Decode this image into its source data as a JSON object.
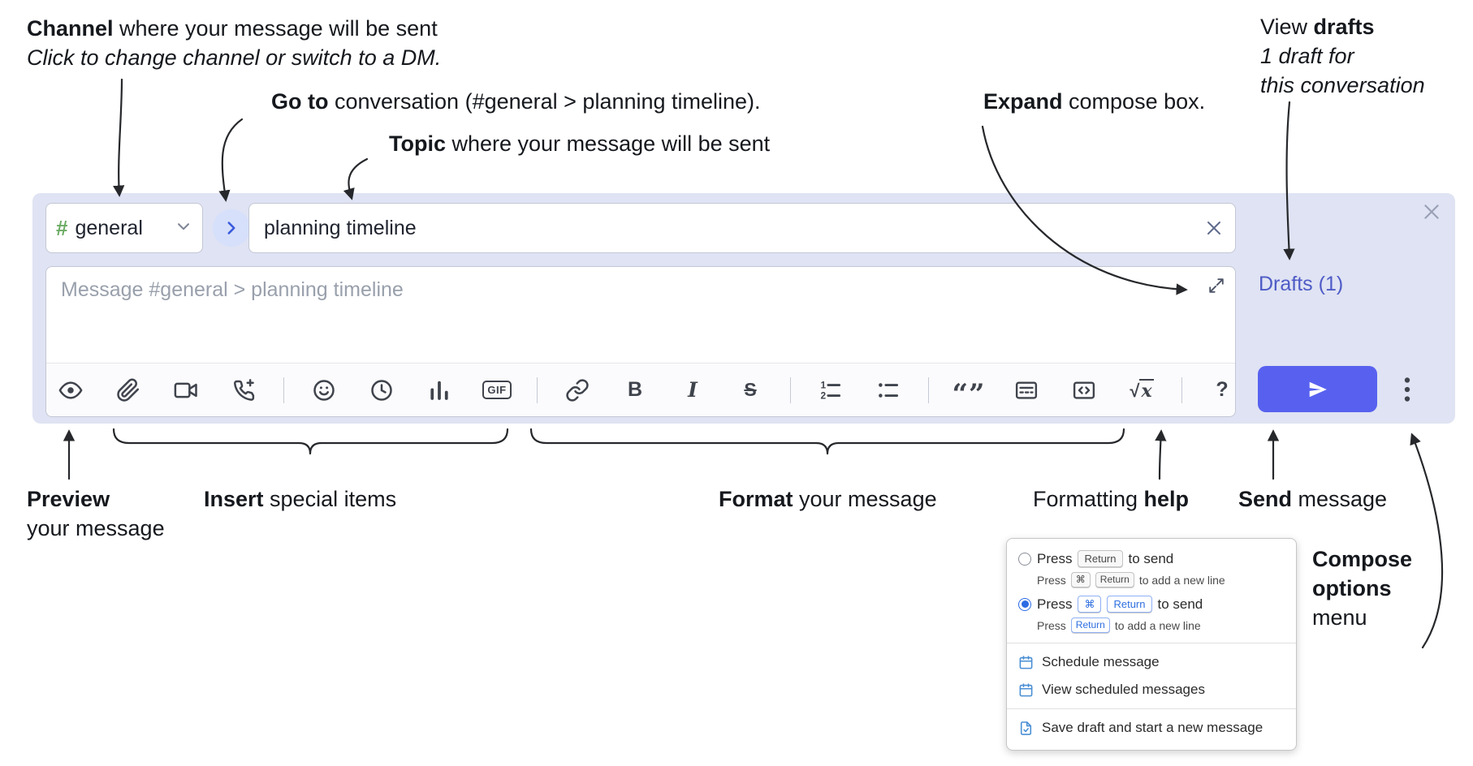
{
  "colors": {
    "compose_bg": "#dfe3f3",
    "send_button_blue": "#5861ef",
    "drafts_link_blue": "#4e5bc6",
    "toolbar_icon_gray": "#3f434c",
    "channel_hash_green": "#6bab63",
    "goto_chevron_blue": "#3b5bdb",
    "menu_icon_blue": "#4a8fd4",
    "kbd_key_blue": "#2f6fe0",
    "radio_selected_blue": "#2b6be4",
    "annotation_ink": "#26282b"
  },
  "icons": [
    "eye",
    "paperclip",
    "video-camera",
    "phone-plus",
    "smiley",
    "clock",
    "bar-chart",
    "gif",
    "link",
    "bold",
    "italic",
    "strikethrough",
    "numbered-list",
    "bulleted-list",
    "quote",
    "spoiler",
    "code",
    "math",
    "question-mark",
    "send-plane",
    "kebab-menu",
    "chevron-down",
    "chevron-right",
    "close-x",
    "clear-x",
    "expand-diagonal",
    "calendar",
    "new-draft"
  ],
  "annotations": {
    "channel": {
      "bold": "Channel",
      "rest": " where your message will be sent",
      "line2": "Click to change channel or switch to a DM."
    },
    "goto": {
      "bold": "Go to",
      "rest": " conversation (#general > planning timeline)."
    },
    "topic": {
      "bold": "Topic",
      "rest": " where your message will be sent"
    },
    "expand": {
      "bold": "Expand",
      "rest": " compose box."
    },
    "drafts": {
      "pre": "View ",
      "bold": "drafts",
      "line2": "1 draft for",
      "line3": "this conversation"
    },
    "preview": {
      "bold": "Preview",
      "line2": "your message"
    },
    "insert": {
      "bold": "Insert",
      "rest": " special items"
    },
    "format": {
      "bold": "Format",
      "rest": " your message"
    },
    "help": {
      "pre": "Formatting ",
      "bold": "help"
    },
    "send": {
      "bold": "Send",
      "rest": " message"
    },
    "compose_options": {
      "line1": "Compose",
      "line2": "options",
      "line3": "menu"
    }
  },
  "compose": {
    "channel_hash": "#",
    "channel_name": "general",
    "topic_value": "planning timeline",
    "message_placeholder": "Message #general > planning timeline",
    "drafts_label": "Drafts (1)"
  },
  "toolbar": {
    "gif": "GIF",
    "bold": "B",
    "italic": "I",
    "strike": "S",
    "quote": "“”",
    "math_root": "√",
    "math_var": "x",
    "help": "?"
  },
  "menu": {
    "opt1": {
      "press": "Press",
      "key_return": "Return",
      "suffix": "to send"
    },
    "opt1_sub": {
      "press": "Press",
      "key_cmd": "⌘",
      "key_return": "Return",
      "suffix": "to add a new line"
    },
    "opt2": {
      "press": "Press",
      "key_cmd": "⌘",
      "key_return": "Return",
      "suffix": "to send"
    },
    "opt2_sub": {
      "press": "Press",
      "key_return": "Return",
      "suffix": "to add a new line"
    },
    "schedule_label": "Schedule message",
    "view_scheduled_label": "View scheduled messages",
    "save_draft_label": "Save draft and start a new message"
  }
}
